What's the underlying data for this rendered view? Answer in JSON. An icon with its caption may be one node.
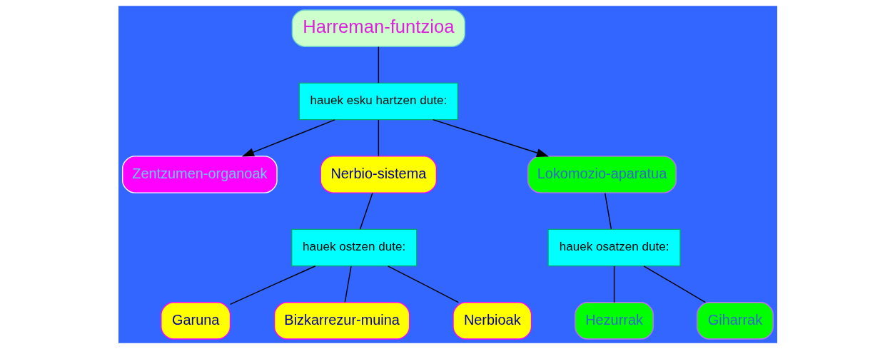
{
  "diagram": {
    "nodes": [
      {
        "text": [
          "Harreman-funtzioa"
        ]
      },
      {
        "text": [
          "hauek esku hartzen dute:"
        ]
      },
      {
        "text": [
          "Zentzumen-organoak"
        ]
      },
      {
        "text": [
          "Nerbio-sistema"
        ]
      },
      {
        "text": [
          "Lokomozio-aparatua"
        ]
      },
      {
        "text": [
          "hauek ostzen dute:"
        ]
      },
      {
        "text": [
          "Garuna"
        ]
      },
      {
        "text": [
          "Bizkarrezur-muina"
        ]
      },
      {
        "text": [
          "Nerbioak"
        ]
      },
      {
        "text": [
          "hauek osatzen dute:"
        ]
      },
      {
        "text": [
          "Hezurrak"
        ]
      },
      {
        "text": [
          "Giharrak"
        ]
      }
    ],
    "edges": [
      {
        "from": 0,
        "to": 1,
        "arrow": "none"
      },
      {
        "from": 1,
        "to": 2,
        "arrow": "to"
      },
      {
        "from": 1,
        "to": 3,
        "arrow": "none"
      },
      {
        "from": 1,
        "to": 4,
        "arrow": "to"
      },
      {
        "from": 3,
        "to": 5,
        "arrow": "none"
      },
      {
        "from": 5,
        "to": 6,
        "arrow": "none"
      },
      {
        "from": 5,
        "to": 7,
        "arrow": "none"
      },
      {
        "from": 5,
        "to": 8,
        "arrow": "none"
      },
      {
        "from": 4,
        "to": 9,
        "arrow": "none"
      },
      {
        "from": 9,
        "to": 10,
        "arrow": "none"
      },
      {
        "from": 9,
        "to": 11,
        "arrow": "none"
      }
    ]
  }
}
